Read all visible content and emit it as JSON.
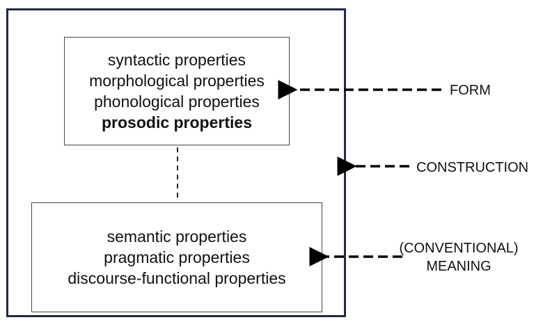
{
  "form_box": {
    "lines": [
      "syntactic properties",
      "morphological properties",
      "phonological properties",
      "prosodic properties"
    ]
  },
  "meaning_box": {
    "lines": [
      "semantic properties",
      "pragmatic properties",
      "discourse-functional properties"
    ]
  },
  "labels": {
    "form": "FORM",
    "construction": "CONSTRUCTION",
    "meaning_line1": "(CONVENTIONAL)",
    "meaning_line2": "MEANING"
  },
  "colors": {
    "outer_border": "#1f2a44",
    "inner_border": "#444444",
    "arrow": "#000000"
  }
}
